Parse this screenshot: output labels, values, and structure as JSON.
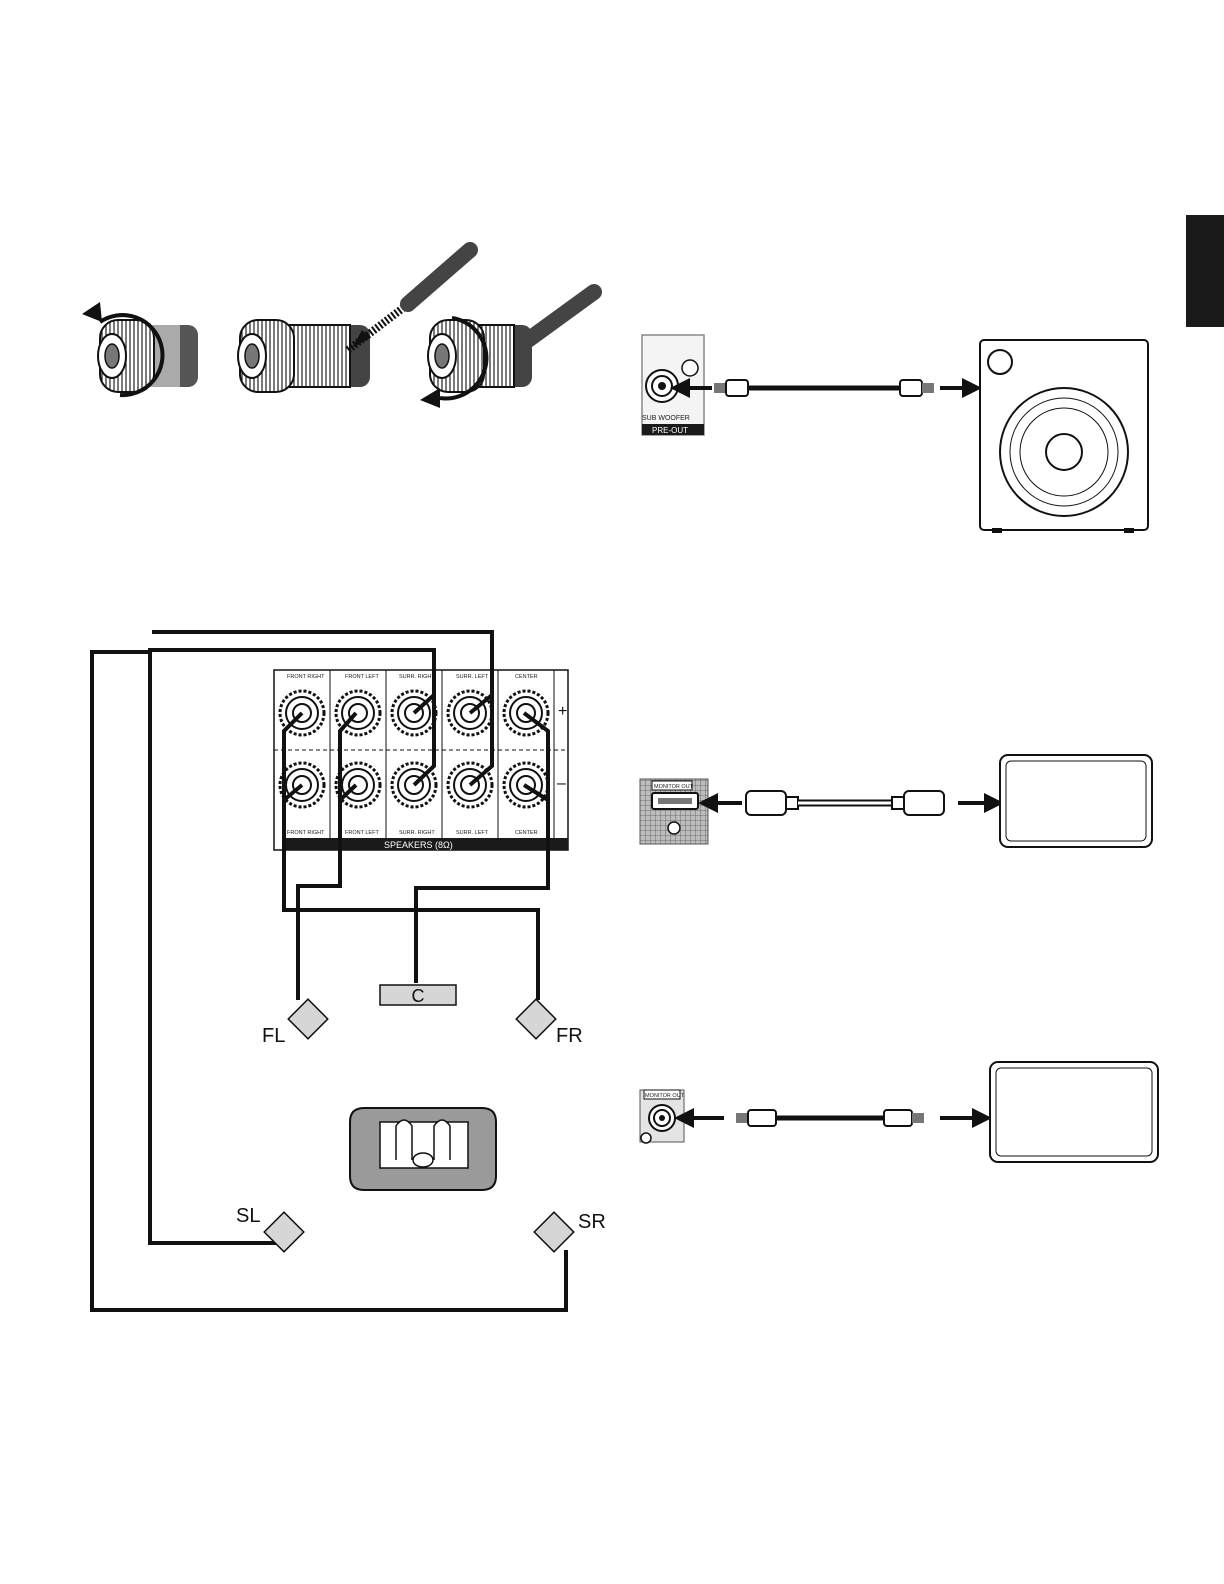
{
  "terminals": {
    "labels_top": [
      "FRONT RIGHT",
      "FRONT LEFT",
      "SURR. RIGHT",
      "SURR. LEFT",
      "CENTER"
    ],
    "labels_bottom": [
      "FRONT RIGHT",
      "FRONT LEFT",
      "SURR. RIGHT",
      "SURR. LEFT",
      "CENTER"
    ],
    "footer": "SPEAKERS (8Ω)",
    "plus": "+",
    "minus": "–"
  },
  "speakers": {
    "fl": "FL",
    "fr": "FR",
    "center": "C",
    "sl": "SL",
    "sr": "SR"
  },
  "subwoofer_panel": {
    "jack_label": "SUB WOOFER",
    "section_label": "PRE-OUT"
  },
  "hdmi_panel": {
    "label": "MONITOR OUT"
  },
  "composite_panel": {
    "label": "MONITOR OUT"
  },
  "colors": {
    "ink": "#111111",
    "gray": "#9a9a9a",
    "light_gray": "#d6d6d6",
    "side_tab": "#1a1a1a"
  }
}
